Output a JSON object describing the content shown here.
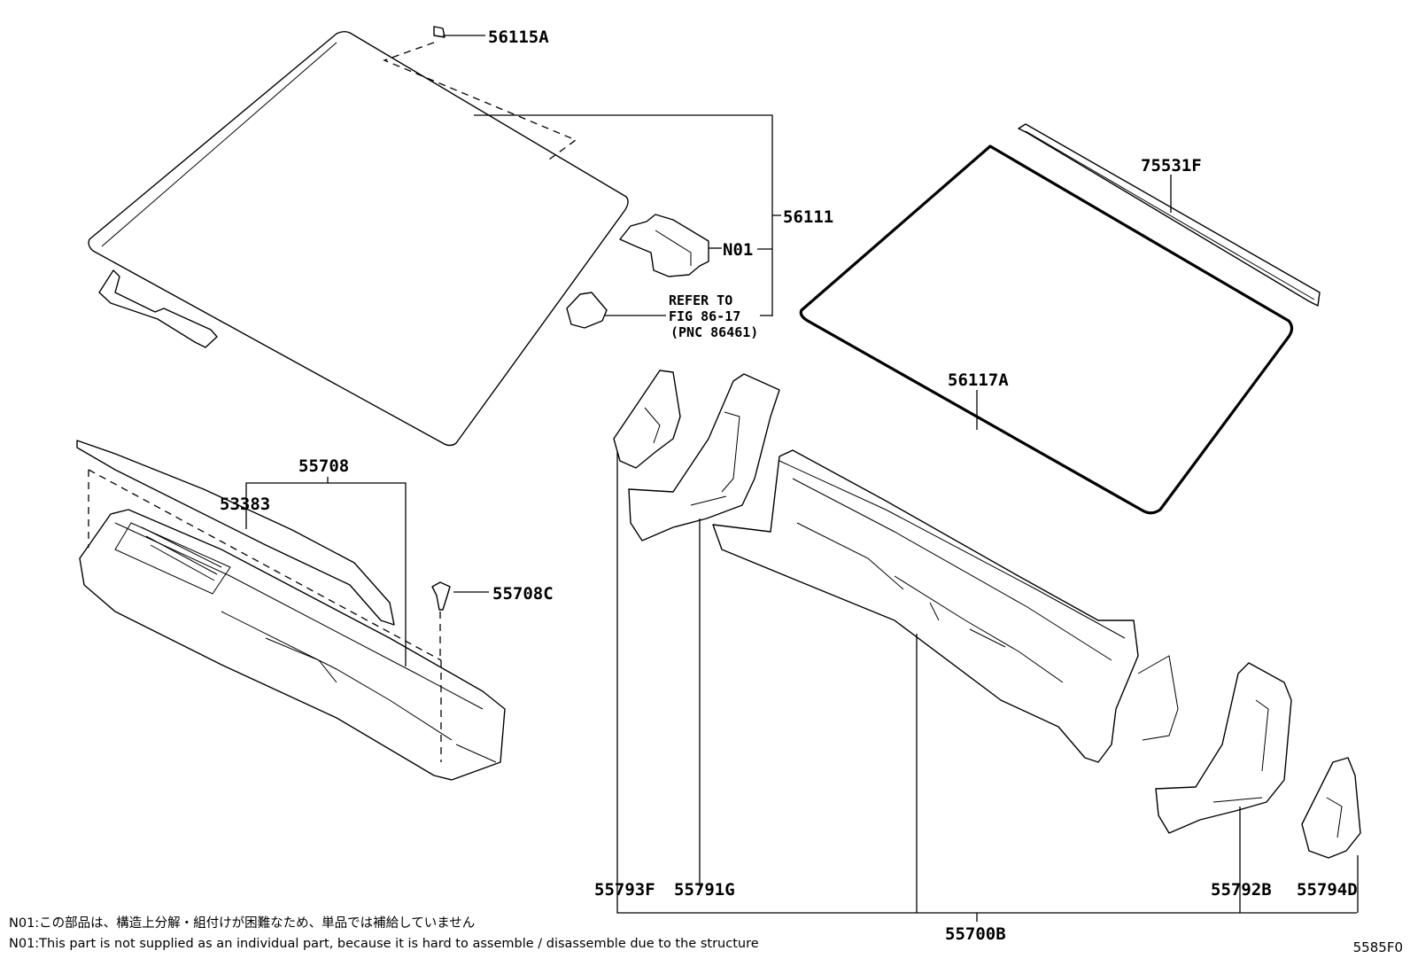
{
  "labels": {
    "p56115A": "56115A",
    "p56111": "56111",
    "pN01": "N01",
    "refer1": "REFER TO",
    "refer2": "FIG 86-17",
    "refer3": "(PNC 86461)",
    "p75531F": "75531F",
    "p56117A": "56117A",
    "p55708": "55708",
    "p53383": "53383",
    "p55708C": "55708C",
    "p55793F": "55793F",
    "p55791G": "55791G",
    "p55700B": "55700B",
    "p55792B": "55792B",
    "p55794D": "55794D"
  },
  "notes": {
    "jp": "N01:この部品は、構造上分解・組付けが困難なため、単品では補給していません",
    "en": "N01:This part is not supplied as an individual part, because it is hard to assemble / disassemble due to the structure"
  },
  "figure_code": "5585F0"
}
